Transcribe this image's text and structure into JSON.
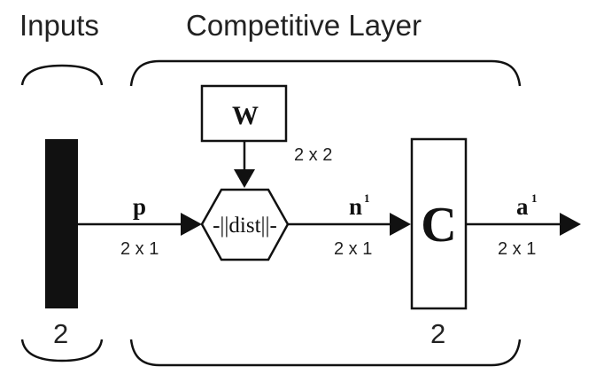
{
  "inputs_section": {
    "title": "Inputs",
    "input_count": "2"
  },
  "competitive_section": {
    "title": "Competitive Layer",
    "neuron_count": "2"
  },
  "weight": {
    "label": "W",
    "dimension": "2 x 2"
  },
  "distance_block": {
    "label": "-||dist||-"
  },
  "competitive_block": {
    "label": "C"
  },
  "signals": {
    "p": {
      "label": "p",
      "dimension": "2 x 1"
    },
    "n": {
      "label": "n",
      "superscript": "1",
      "dimension": "2 x 1"
    },
    "a": {
      "label": "a",
      "superscript": "1",
      "dimension": "2 x 1"
    }
  }
}
